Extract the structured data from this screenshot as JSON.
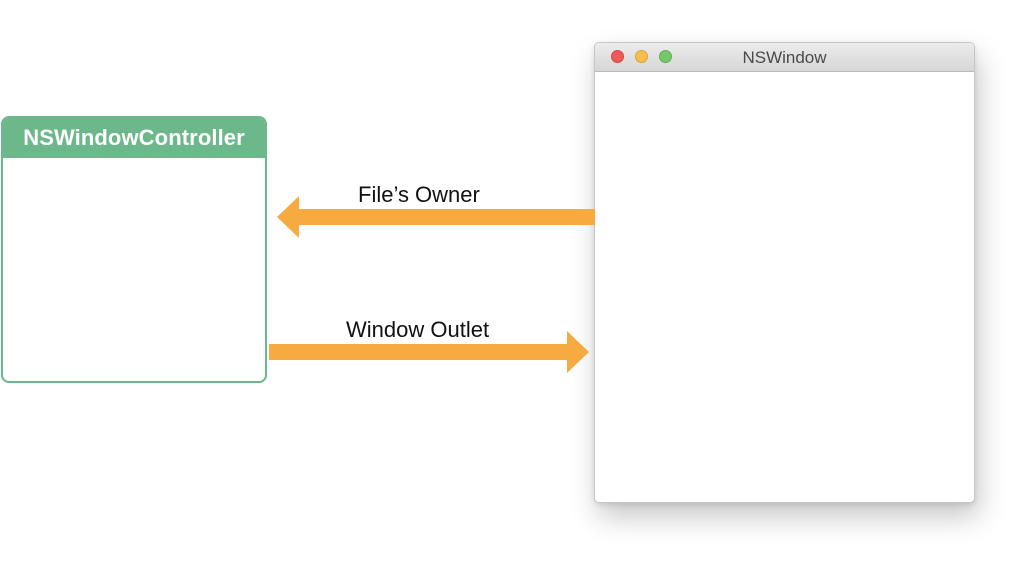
{
  "controller": {
    "title": "NSWindowController",
    "accent_color": "#6db88a"
  },
  "window": {
    "title": "NSWindow",
    "buttons": [
      "close",
      "minimize",
      "zoom"
    ]
  },
  "connections": [
    {
      "label": "File’s Owner",
      "direction": "window-to-controller",
      "color": "#f6aa40"
    },
    {
      "label": "Window Outlet",
      "direction": "controller-to-window",
      "color": "#f6aa40"
    }
  ]
}
